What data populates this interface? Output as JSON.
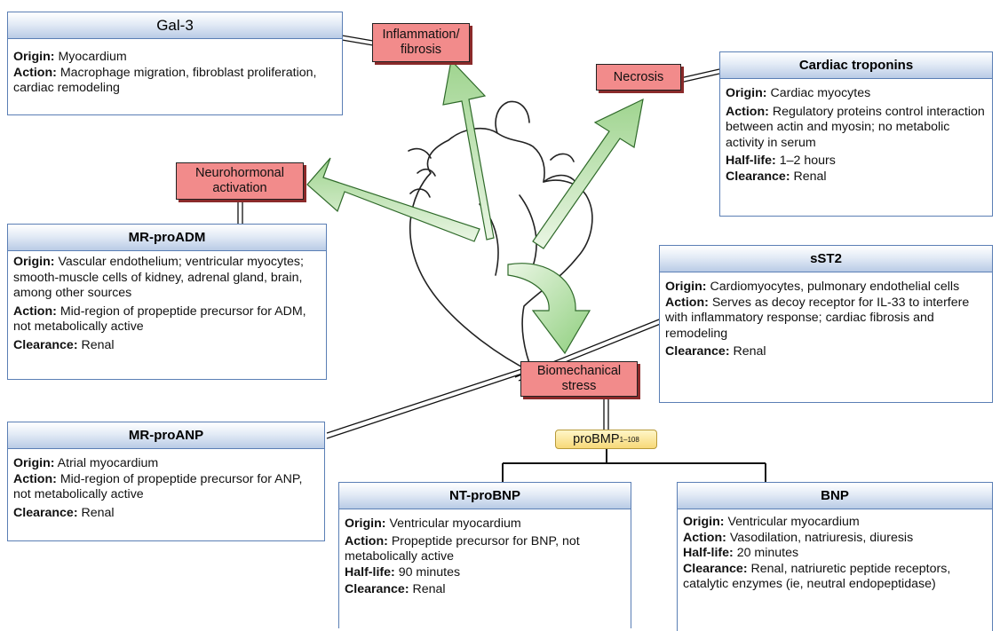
{
  "effects": {
    "inflammation": "Inflammation/ fibrosis",
    "necrosis": "Necrosis",
    "neurohormonal": "Neurohormonal activation",
    "biomechanical": "Biomechanical stress"
  },
  "probnp": {
    "label": "proBMP",
    "subscript": "1–108"
  },
  "cards": {
    "gal3": {
      "title": "Gal-3",
      "origin_label": "Origin:",
      "origin": "Myocardium",
      "action_label": "Action:",
      "action": "Macrophage migration, fibroblast proliferation, cardiac remodeling"
    },
    "troponins": {
      "title": "Cardiac troponins",
      "origin_label": "Origin:",
      "origin": "Cardiac myocytes",
      "action_label": "Action:",
      "action": "Regulatory proteins control interaction between actin and myosin; no metabolic activity in serum",
      "halflife_label": "Half-life:",
      "halflife": "1–2 hours",
      "clearance_label": "Clearance:",
      "clearance": "Renal"
    },
    "mrproadm": {
      "title": "MR-proADM",
      "origin_label": "Origin:",
      "origin": "Vascular endothelium; ventricular myocytes; smooth-muscle cells of kidney, adrenal gland, brain, among other sources",
      "action_label": "Action:",
      "action": "Mid-region of propeptide precursor for ADM, not metabolically active",
      "clearance_label": "Clearance:",
      "clearance": "Renal"
    },
    "sst2": {
      "title": "sST2",
      "origin_label": "Origin:",
      "origin": "Cardiomyocytes, pulmonary endothelial cells",
      "action_label": "Action:",
      "action": "Serves as decoy receptor for IL-33 to interfere with inflammatory response; cardiac fibrosis and remodeling",
      "clearance_label": "Clearance:",
      "clearance": "Renal"
    },
    "mrproanp": {
      "title": "MR-proANP",
      "origin_label": "Origin:",
      "origin": "Atrial myocardium",
      "action_label": "Action:",
      "action": "Mid-region of propeptide precursor for ANP, not metabolically active",
      "clearance_label": "Clearance:",
      "clearance": "Renal"
    },
    "ntprobnp": {
      "title": "NT-proBNP",
      "origin_label": "Origin:",
      "origin": "Ventricular myocardium",
      "action_label": "Action:",
      "action": "Propeptide precursor for BNP, not metabolically active",
      "halflife_label": "Half-life:",
      "halflife": "90 minutes",
      "clearance_label": "Clearance:",
      "clearance": "Renal"
    },
    "bnp": {
      "title": "BNP",
      "origin_label": "Origin:",
      "origin": "Ventricular myocardium",
      "action_label": "Action:",
      "action": "Vasodilation, natriuresis, diuresis",
      "halflife_label": "Half-life:",
      "halflife": "20 minutes",
      "clearance_label": "Clearance:",
      "clearance": "Renal, natriuretic peptide receptors, catalytic enzymes (ie, neutral endopeptidase)"
    }
  },
  "colors": {
    "card_border": "#5b7fb5",
    "header_gradient_end": "#b9cbe6",
    "effect_fill": "#f28b8b",
    "arrow_fill": "#a8d89a",
    "probnp_fill": "#f7d978"
  }
}
